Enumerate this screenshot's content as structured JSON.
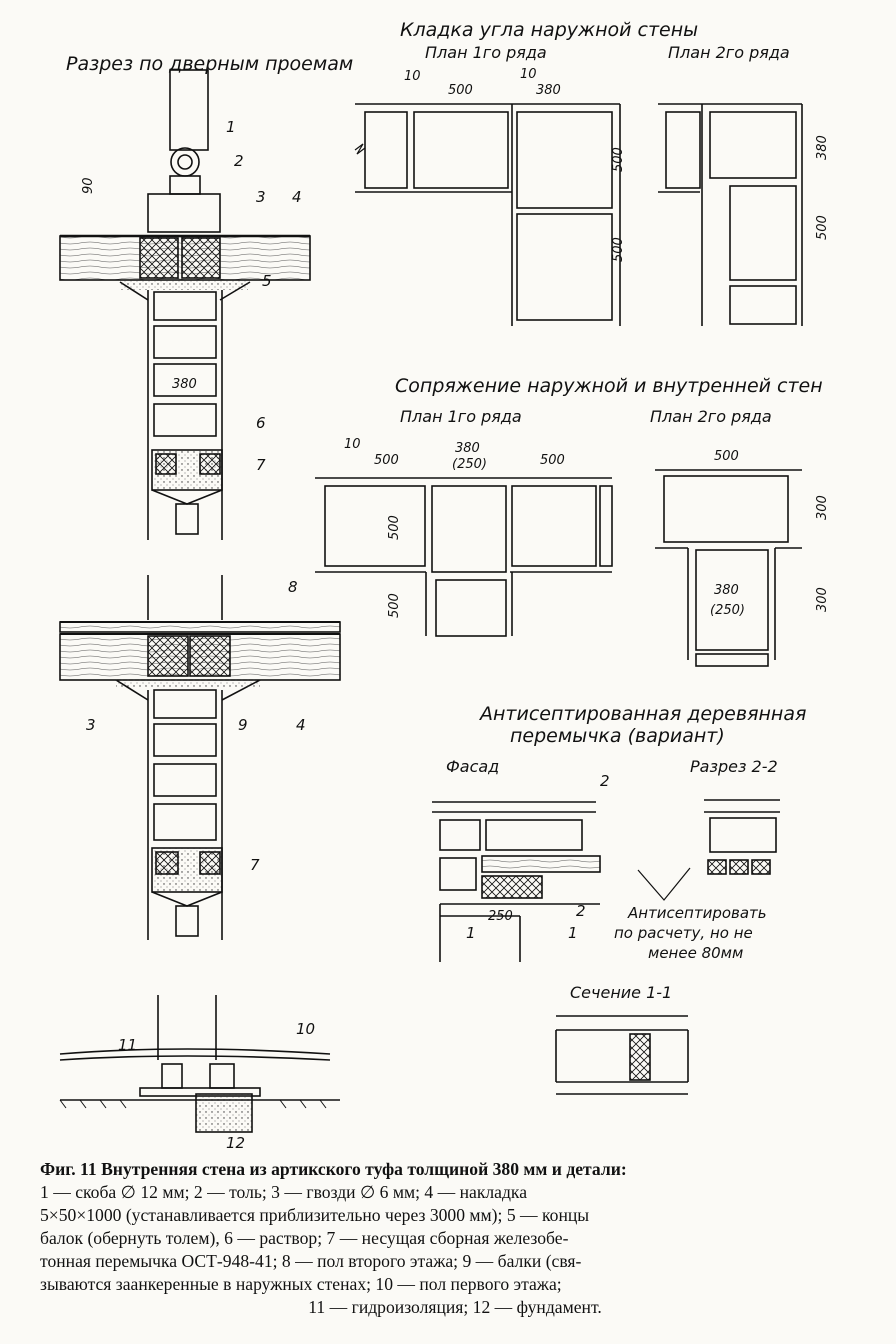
{
  "titles": {
    "section_door": "Разрез по дверным проемам",
    "corner": "Кладка угла  наружной стены",
    "corner_row1": "План 1го ряда",
    "corner_row2": "План 2го ряда",
    "junction": "Сопряжение наружной и внутренней стен",
    "junction_row1": "План 1го ряда",
    "junction_row2": "План 2го ряда",
    "lintel_1": "Антисептированная деревянная",
    "lintel_2": "перемычка (вариант)",
    "facade": "Фасад",
    "section22": "Разрез 2-2",
    "section11": "Сечение 1-1",
    "antiseptic_1": "Антисептировать",
    "antiseptic_2": "по расчету, но не",
    "antiseptic_3": "менее 80мм"
  },
  "dims": {
    "d90": "90",
    "d380": "380",
    "d500": "500",
    "d10": "10",
    "d250": "250",
    "d380_250": "(250)",
    "d300": "300",
    "d300b": "300"
  },
  "callouts": [
    "1",
    "2",
    "3",
    "4",
    "5",
    "6",
    "7",
    "8",
    "9",
    "10",
    "11",
    "12"
  ],
  "section_marks": {
    "two": "2",
    "one": "1"
  },
  "caption": {
    "line1": "Фиг. 11 Внутренняя стена из артикского туфа толщиной 380 мм и детали:",
    "line2": "1 — скоба ∅ 12 мм; 2 — толь; 3 — гвозди ∅ 6 мм; 4 — накладка",
    "line3": "5×50×1000 (устанавливается приблизительно через 3000 мм); 5 — концы",
    "line4": "балок (обернуть толем), 6 — раствор; 7 — несущая сборная железобе-",
    "line5": "тонная перемычка ОСТ-948-41; 8 — пол второго этажа; 9 — балки (свя-",
    "line6": "зываются заанкеренные в наружных стенах; 10 — пол первого этажа;",
    "line7": "11 — гидроизоляция; 12 — фундамент."
  }
}
